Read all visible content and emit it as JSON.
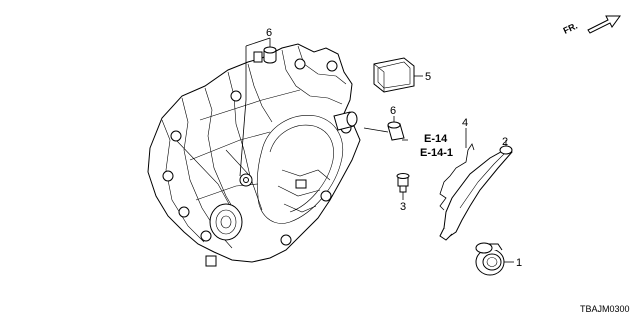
{
  "callouts": {
    "c1": "1",
    "c2": "2",
    "c3": "3",
    "c4": "4",
    "c5": "5",
    "c6a": "6",
    "c6b": "6"
  },
  "references": [
    "E-14",
    "E-14-1"
  ],
  "direction": "FR.",
  "diagram_code": "TBAJM0300"
}
